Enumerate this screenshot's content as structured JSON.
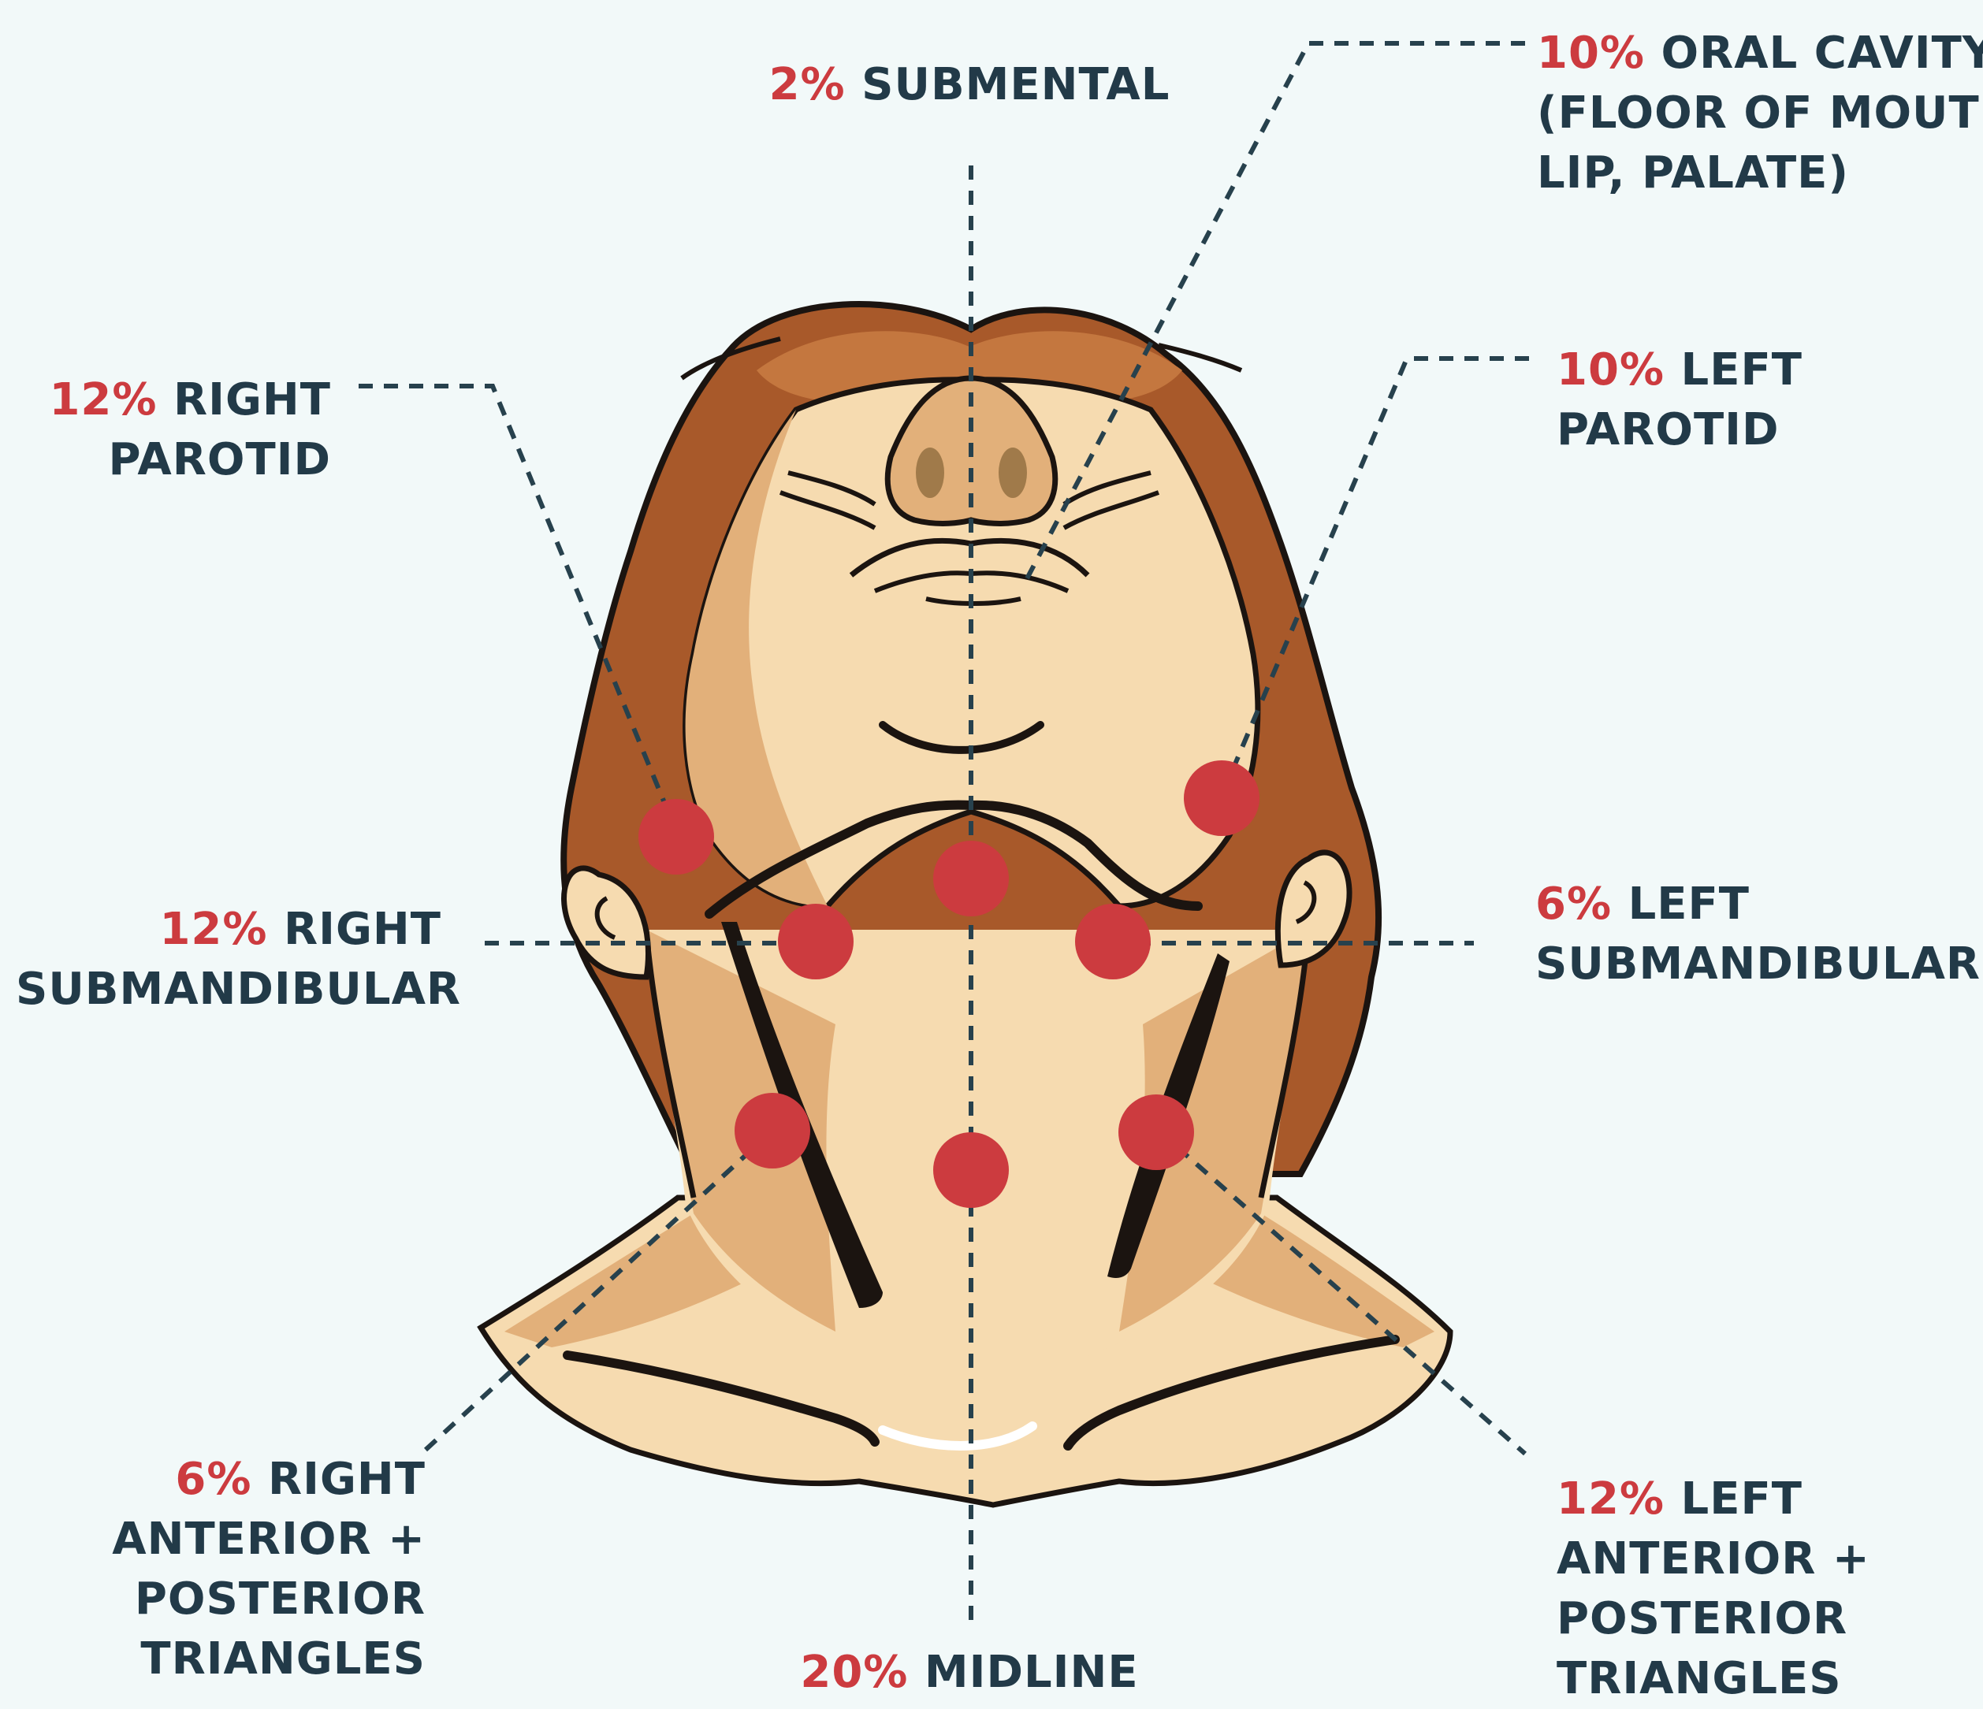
{
  "colors": {
    "background": "#f2f9f9",
    "label_text": "#223a48",
    "percent": "#cc3b3f",
    "node": "#cc3b3f",
    "skin_light": "#f6dbb0",
    "skin_shadow": "#e2b07a",
    "hair": "#a8592a",
    "hair_highlight": "#c4773f",
    "outline": "#1b1410",
    "leader_line": "#27414d"
  },
  "labels": {
    "submental": {
      "pct": "2%",
      "lines": [
        "SUBMENTAL"
      ]
    },
    "oral_cavity": {
      "pct": "10%",
      "lines": [
        "ORAL CAVITY",
        "(FLOOR OF MOUTH,",
        "LIP, PALATE)"
      ]
    },
    "right_parotid": {
      "pct": "12%",
      "lines": [
        "RIGHT",
        "PAROTID"
      ]
    },
    "left_parotid": {
      "pct": "10%",
      "lines": [
        "LEFT",
        "PAROTID"
      ]
    },
    "right_submandibular": {
      "pct": "12%",
      "lines": [
        "RIGHT",
        "SUBMANDIBULAR"
      ]
    },
    "left_submandibular": {
      "pct": "6%",
      "lines": [
        "LEFT",
        "SUBMANDIBULAR"
      ]
    },
    "right_triangles": {
      "pct": "6%",
      "lines": [
        "RIGHT",
        "ANTERIOR +",
        "POSTERIOR",
        "TRIANGLES"
      ]
    },
    "left_triangles": {
      "pct": "12%",
      "lines": [
        "LEFT",
        "ANTERIOR +",
        "POSTERIOR",
        "TRIANGLES"
      ]
    },
    "midline": {
      "pct": "20%",
      "lines": [
        "MIDLINE"
      ]
    }
  }
}
